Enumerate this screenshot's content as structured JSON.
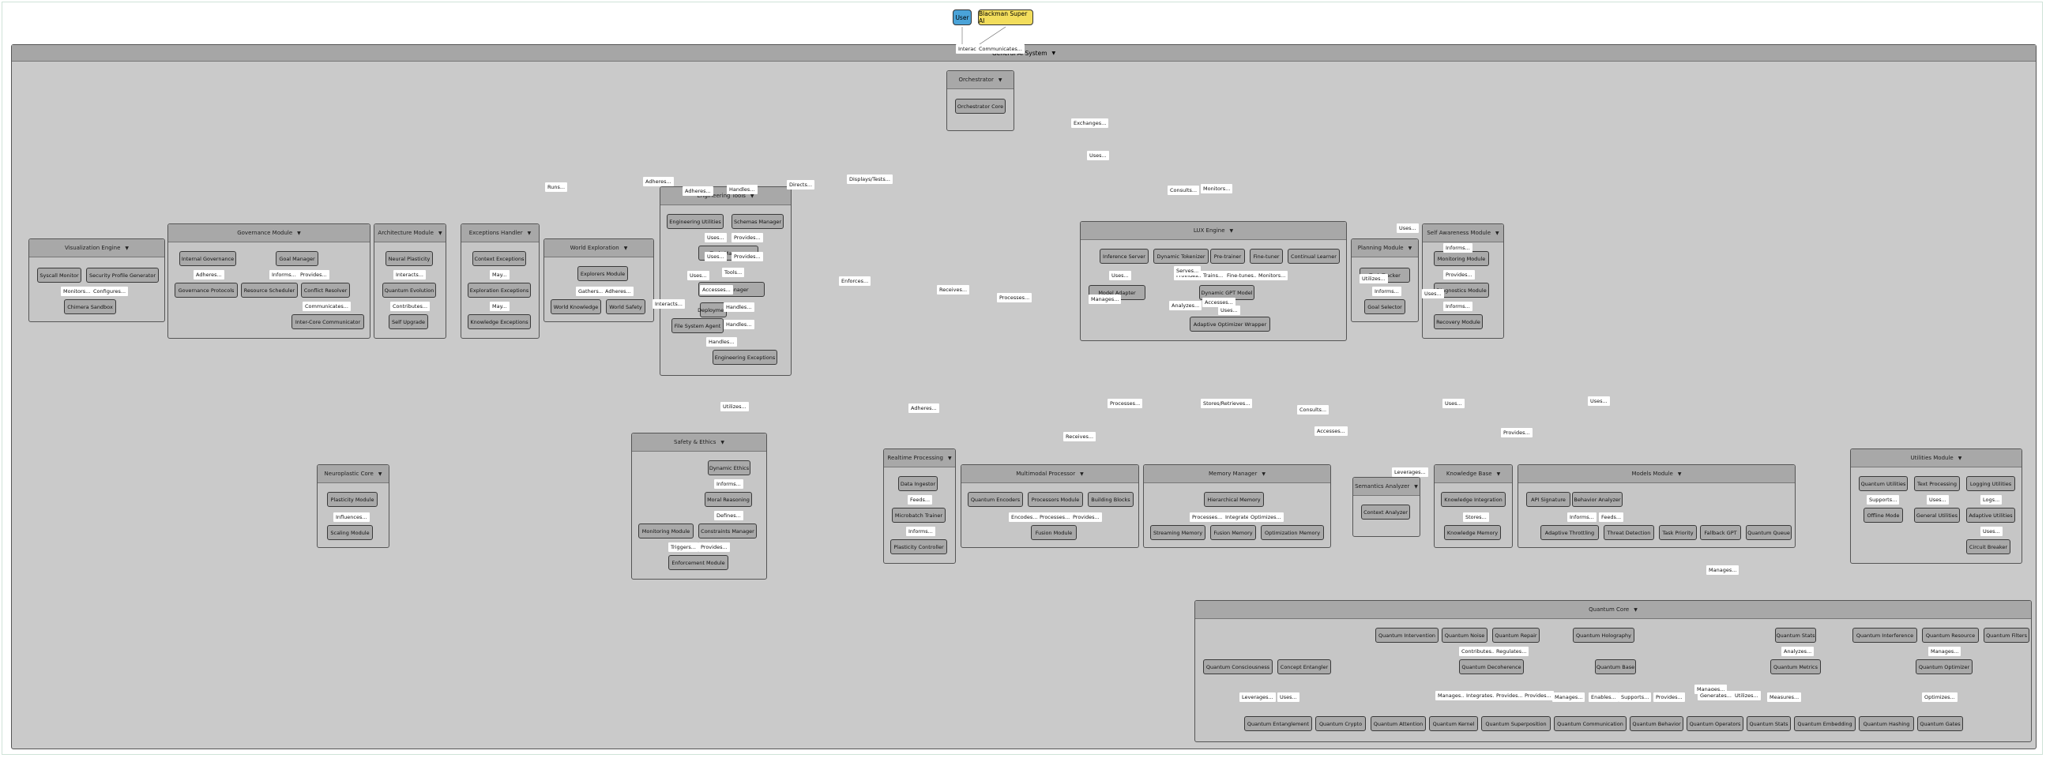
{
  "top": {
    "user": "User",
    "ai": "Blackman Super AI"
  },
  "system_title": "General AI System",
  "groups": {
    "orch": {
      "title": "Orchestrator",
      "nodes": [
        "Orchestrator Core"
      ]
    },
    "viz": {
      "title": "Visualization Engine",
      "nodes": [
        "Syscall Monitor",
        "Security Profile Generator",
        "Chimera Sandbox"
      ],
      "labels": [
        "Monitors...",
        "Configures..."
      ]
    },
    "gov": {
      "title": "Governance Module",
      "nodes": [
        "Internal Governance",
        "Goal Manager",
        "Governance Protocols",
        "Resource Scheduler",
        "Conflict Resolver",
        "Inter-Core Communicator"
      ],
      "labels": [
        "Adheres...",
        "Informs...",
        "Provides...",
        "Communicates..."
      ]
    },
    "arch": {
      "title": "Architecture Module",
      "nodes": [
        "Neural Plasticity",
        "Quantum Evolution",
        "Self Upgrade"
      ],
      "labels": [
        "Interacts...",
        "Contributes..."
      ]
    },
    "exc": {
      "title": "Exceptions Handler",
      "nodes": [
        "Context Exceptions",
        "Exploration Exceptions",
        "Knowledge Exceptions"
      ],
      "labels": [
        "May...",
        "May..."
      ]
    },
    "we": {
      "title": "World Exploration",
      "nodes": [
        "Explorers Module",
        "World Knowledge",
        "World Safety"
      ],
      "labels": [
        "Gathers...",
        "Adheres..."
      ]
    },
    "eng": {
      "title": "Engineering Tools",
      "nodes": [
        "Engineering Utilities",
        "Schemas Manager",
        "Tools Manager",
        "Tool Manager",
        "Deployment",
        "File System Agent",
        "Engineering Exceptions"
      ],
      "labels": [
        "Uses...",
        "Provides...",
        "Uses...",
        "Provides...",
        "Tools...",
        "Uses...",
        "Accesses...",
        "Handles...",
        "Handles...",
        "Handles..."
      ]
    },
    "lux": {
      "title": "LUX Engine",
      "nodes": [
        "Inference Server",
        "Dynamic Tokenizer",
        "Pre-trainer",
        "Fine-tuner",
        "Continual Learner",
        "Model Adapter",
        "Dynamic GPT Model",
        "Adaptive Optimizer Wrapper"
      ],
      "labels": [
        "Uses...",
        "Provides...",
        "Trains...",
        "Fine-tunes...",
        "Monitors...",
        "Serves...",
        "Manages...",
        "Analyzes...",
        "Accesses...",
        "Uses..."
      ]
    },
    "plan": {
      "title": "Planning Module",
      "nodes": [
        "Task Tracker",
        "Goal Selector"
      ],
      "labels": [
        "Utilizes...",
        "Informs..."
      ]
    },
    "sa": {
      "title": "Self Awareness Module",
      "nodes": [
        "Monitoring Module",
        "Diagnostics Module",
        "Recovery Module"
      ],
      "labels": [
        "Informs...",
        "Provides...",
        "Informs..."
      ]
    },
    "neuro": {
      "title": "Neuroplastic Core",
      "nodes": [
        "Plasticity Module",
        "Scaling Module"
      ],
      "labels": [
        "Influences..."
      ]
    },
    "safety": {
      "title": "Safety & Ethics",
      "nodes": [
        "Dynamic Ethics",
        "Moral Reasoning",
        "Monitoring Module",
        "Constraints Manager",
        "Enforcement Module"
      ],
      "labels": [
        "Informs...",
        "Defines...",
        "Triggers...",
        "Provides..."
      ]
    },
    "rt": {
      "title": "Realtime Processing",
      "nodes": [
        "Data Ingestor",
        "Microbatch Trainer",
        "Plasticity Controller"
      ],
      "labels": [
        "Feeds...",
        "Informs..."
      ]
    },
    "mm": {
      "title": "Multimodal Processor",
      "nodes": [
        "Quantum Encoders",
        "Processors Module",
        "Building Blocks",
        "Fusion Module"
      ],
      "labels": [
        "Encodes...",
        "Processes...",
        "Provides..."
      ]
    },
    "mem": {
      "title": "Memory Manager",
      "nodes": [
        "Hierarchical Memory",
        "Streaming Memory",
        "Fusion Memory",
        "Optimization Memory"
      ],
      "labels": [
        "Processes...",
        "Integrates...",
        "Optimizes..."
      ]
    },
    "sem": {
      "title": "Semantics Analyzer",
      "nodes": [
        "Context Analyzer"
      ]
    },
    "kb": {
      "title": "Knowledge Base",
      "nodes": [
        "Knowledge Integration",
        "Knowledge Memory"
      ],
      "labels": [
        "Stores..."
      ]
    },
    "models": {
      "title": "Models Module",
      "nodes": [
        "API Signature",
        "Behavior Analyzer",
        "Adaptive Throttling",
        "Threat Detection",
        "Task Priority",
        "Fallback GPT",
        "Quantum Queue"
      ],
      "labels": [
        "Informs...",
        "Feeds..."
      ]
    },
    "util": {
      "title": "Utilities Module",
      "nodes": [
        "Quantum Utilities",
        "Text Processing",
        "Logging Utilities",
        "Offline Mode",
        "General Utilities",
        "Adaptive Utilities",
        "Circuit Breaker"
      ],
      "labels": [
        "Supports...",
        "Uses...",
        "Logs...",
        "Uses..."
      ]
    },
    "qc": {
      "title": "Quantum Core",
      "row1": [
        "Quantum Intervention",
        "Quantum Noise",
        "Quantum Repair",
        "Quantum Holography",
        "Quantum Stats",
        "Quantum Interference",
        "Quantum Resource",
        "Quantum Filters"
      ],
      "row2": [
        "Quantum Consciousness",
        "Concept Entangler",
        "Quantum Decoherence",
        "Quantum Base",
        "Quantum Metrics",
        "Quantum Optimizer"
      ],
      "row3": [
        "Quantum Entanglement",
        "Quantum Crypto",
        "Quantum Attention",
        "Quantum Kernel",
        "Quantum Superposition",
        "Quantum Communication",
        "Quantum Behavior",
        "Quantum Operators",
        "Quantum Stats",
        "Quantum Embedding",
        "Quantum Hashing",
        "Quantum Gates"
      ],
      "labels": [
        "Contributes...",
        "Regulates...",
        "Analyzes...",
        "Manages...",
        "Leverages...",
        "Uses...",
        "Manages...",
        "Integrates...",
        "Provides...",
        "Provides...",
        "Manages...",
        "Enables...",
        "Supports...",
        "Provides...",
        "Manages...",
        "Generates...",
        "Utilizes...",
        "Measures...",
        "Optimizes..."
      ]
    }
  },
  "edge_labels": [
    "Interacts...",
    "Communicates...",
    "Exchanges...",
    "Uses...",
    "Runs...",
    "Adheres...",
    "Adheres...",
    "Handles...",
    "Directs...",
    "Displays/Tests...",
    "Consults...",
    "Monitors...",
    "Uses...",
    "Enforces...",
    "Receives...",
    "Processes...",
    "Interacts...",
    "Utilizes...",
    "Adheres...",
    "Processes...",
    "Stores/Retrieves...",
    "Consults...",
    "Accesses...",
    "Receives...",
    "Leverages...",
    "Uses...",
    "Provides...",
    "Uses...",
    "Manages...",
    "Uses..."
  ],
  "colors": {
    "user": "#4aa3d8",
    "ai": "#f2dd5c",
    "system_bg": "#cacaca",
    "header": "#a6a6a6",
    "node": "#a9a9a9"
  }
}
